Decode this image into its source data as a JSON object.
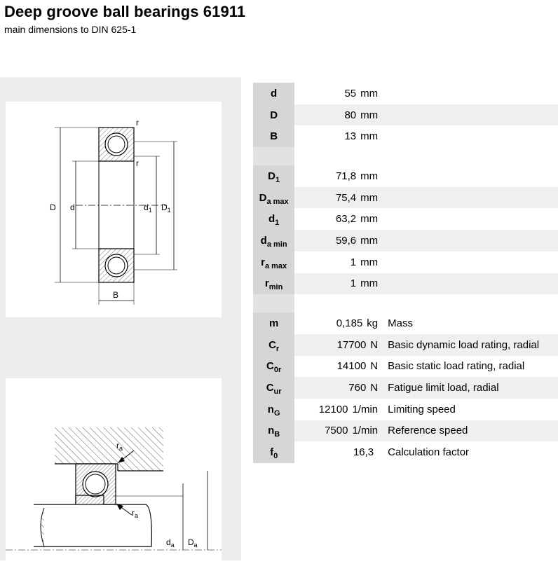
{
  "header": {
    "title": "Deep groove ball bearings 61911",
    "subtitle": "main dimensions to DIN 625-1"
  },
  "drawing1": {
    "labels": {
      "D": "D",
      "d": "d",
      "d1": "d",
      "d1_sub": "1",
      "D1": "D",
      "D1_sub": "1",
      "B": "B",
      "r_top": "r",
      "r_mid": "r"
    }
  },
  "drawing2": {
    "labels": {
      "ra_top": "r",
      "ra_top_sub": "a",
      "ra_bot": "r",
      "ra_bot_sub": "a",
      "da": "d",
      "da_sub": "a",
      "Da": "D",
      "Da_sub": "a"
    }
  },
  "specs": {
    "group1": [
      {
        "key": "d",
        "sub": "",
        "value": "55",
        "unit": "mm",
        "desc": ""
      },
      {
        "key": "D",
        "sub": "",
        "value": "80",
        "unit": "mm",
        "desc": ""
      },
      {
        "key": "B",
        "sub": "",
        "value": "13",
        "unit": "mm",
        "desc": ""
      }
    ],
    "group2": [
      {
        "key": "D",
        "sub": "1",
        "value": "71,8",
        "unit": "mm",
        "desc": ""
      },
      {
        "key": "D",
        "sub": "a max",
        "value": "75,4",
        "unit": "mm",
        "desc": ""
      },
      {
        "key": "d",
        "sub": "1",
        "value": "63,2",
        "unit": "mm",
        "desc": ""
      },
      {
        "key": "d",
        "sub": "a min",
        "value": "59,6",
        "unit": "mm",
        "desc": ""
      },
      {
        "key": "r",
        "sub": "a max",
        "value": "1",
        "unit": "mm",
        "desc": ""
      },
      {
        "key": "r",
        "sub": "min",
        "value": "1",
        "unit": "mm",
        "desc": ""
      }
    ],
    "group3": [
      {
        "key": "m",
        "sub": "",
        "value": "0,185",
        "unit": "kg",
        "desc": "Mass"
      },
      {
        "key": "C",
        "sub": "r",
        "value": "17700",
        "unit": "N",
        "desc": "Basic dynamic load rating, radial"
      },
      {
        "key": "C",
        "sub": "0r",
        "value": "14100",
        "unit": "N",
        "desc": "Basic static load rating, radial"
      },
      {
        "key": "C",
        "sub": "ur",
        "value": "760",
        "unit": "N",
        "desc": "Fatigue limit load, radial"
      },
      {
        "key": "n",
        "sub": "G",
        "value": "12100",
        "unit": "1/min",
        "desc": "Limiting speed"
      },
      {
        "key": "n",
        "sub": "B",
        "value": "7500",
        "unit": "1/min",
        "desc": "Reference speed"
      },
      {
        "key": "f",
        "sub": "0",
        "value": "16,3",
        "unit": "",
        "desc": "Calculation factor"
      }
    ]
  }
}
